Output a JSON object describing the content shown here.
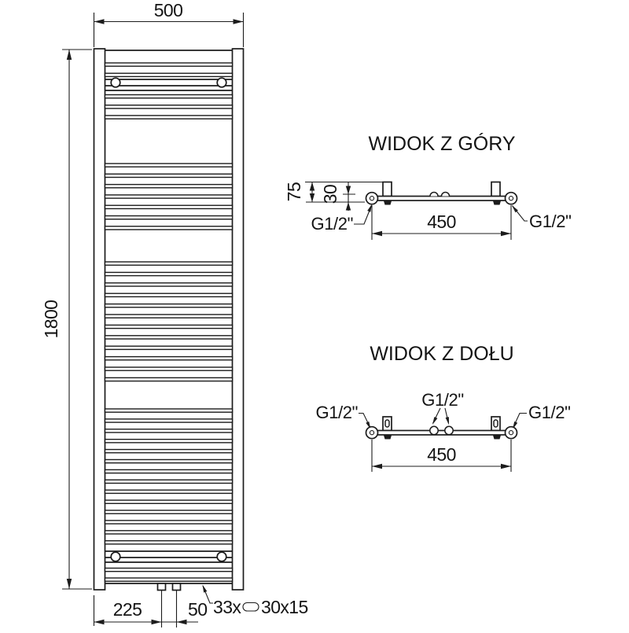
{
  "drawing": {
    "colors": {
      "line": "#1c1c1c",
      "background": "#ffffff"
    },
    "front_view": {
      "dim_width_mm": "500",
      "dim_height_mm": "1800",
      "dim_bottom_left_mm": "225",
      "dim_pipe_spacing_mm": "50",
      "rung_count_label": "33x",
      "rung_profile_label": "30x15",
      "geometry": {
        "x": 133.5,
        "width": 162,
        "band_height": 4.2,
        "groups": [
          {
            "start": 80,
            "pitch": 13.2,
            "count": 2
          },
          {
            "start": 120.5,
            "pitch": 13.2,
            "count": 3
          },
          {
            "start": 208,
            "pitch": 13.3,
            "count": 7
          },
          {
            "start": 333,
            "pitch": 13.4,
            "count": 12
          },
          {
            "start": 520,
            "pitch": 12.9,
            "count": 14
          },
          {
            "start": 722.5,
            "pitch": 12.5,
            "count": 2
          }
        ]
      }
    },
    "top_view": {
      "title": "WIDOK Z GÓRY",
      "dim_depth_mm": "75",
      "dim_bracket_mm": "30",
      "dim_connection_spacing_mm": "450",
      "thread_left": "G1/2\"",
      "thread_right": "G1/2\""
    },
    "bottom_view": {
      "title": "WIDOK Z DOŁU",
      "thread_left": "G1/2\"",
      "thread_center": "G1/2\"",
      "thread_right": "G1/2\"",
      "dim_connection_spacing_mm": "450"
    }
  }
}
